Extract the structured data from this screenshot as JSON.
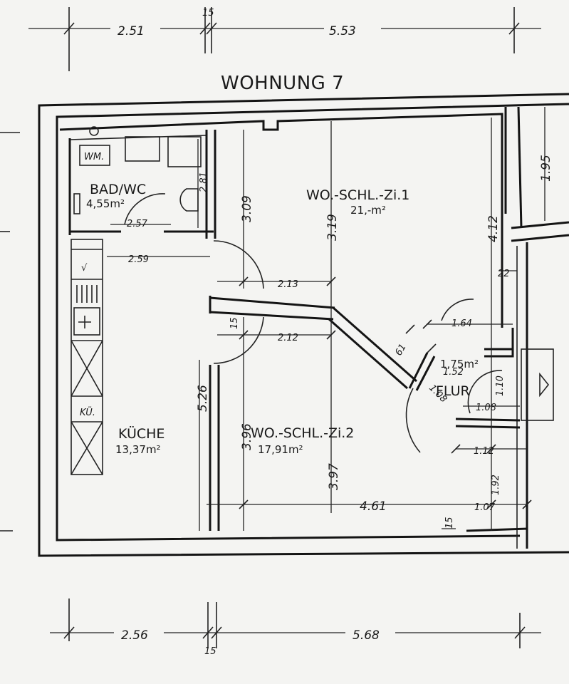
{
  "title": "WOHNUNG 7",
  "rooms": {
    "bad": {
      "name": "BAD/WC",
      "area": "4,55m²",
      "wm": "WM."
    },
    "wo1": {
      "name": "WO.-SCHL.-Zi.1",
      "area": "21,-m²"
    },
    "kueche": {
      "name": "KÜCHE",
      "area": "13,37m²",
      "ku": "KÜ."
    },
    "wo2": {
      "name": "WO.-SCHL.-Zi.2",
      "area": "17,91m²"
    },
    "flur": {
      "name": "FLUR",
      "area": "1,75m²"
    }
  },
  "dimensions": {
    "top_left": "2.51",
    "top_mid": "15",
    "top_right": "5.53",
    "bottom_left": "2.56",
    "bottom_mid": "15",
    "bottom_right": "5.68",
    "bad_height": "2.81",
    "bad_width": "2.57",
    "kueche_width": "2.59",
    "wall_309": "3.09",
    "wall_319": "3.19",
    "wall_412": "4.12",
    "wall_195": "1.95",
    "d_213": "2.13",
    "d_212": "2.12",
    "d_15": "15",
    "d_164": "1.64",
    "d_22": "22",
    "d_61": "61",
    "d_108a": "1.08",
    "d_110": "1.10",
    "d_108b": "1.08",
    "d_152": "1.52",
    "d_112": "1.12",
    "d_192": "1.92",
    "d_526": "5.26",
    "d_396": "3.96",
    "d_397": "3.97",
    "d_461": "4.61",
    "d_107": "1.07",
    "d_15b": "15"
  }
}
